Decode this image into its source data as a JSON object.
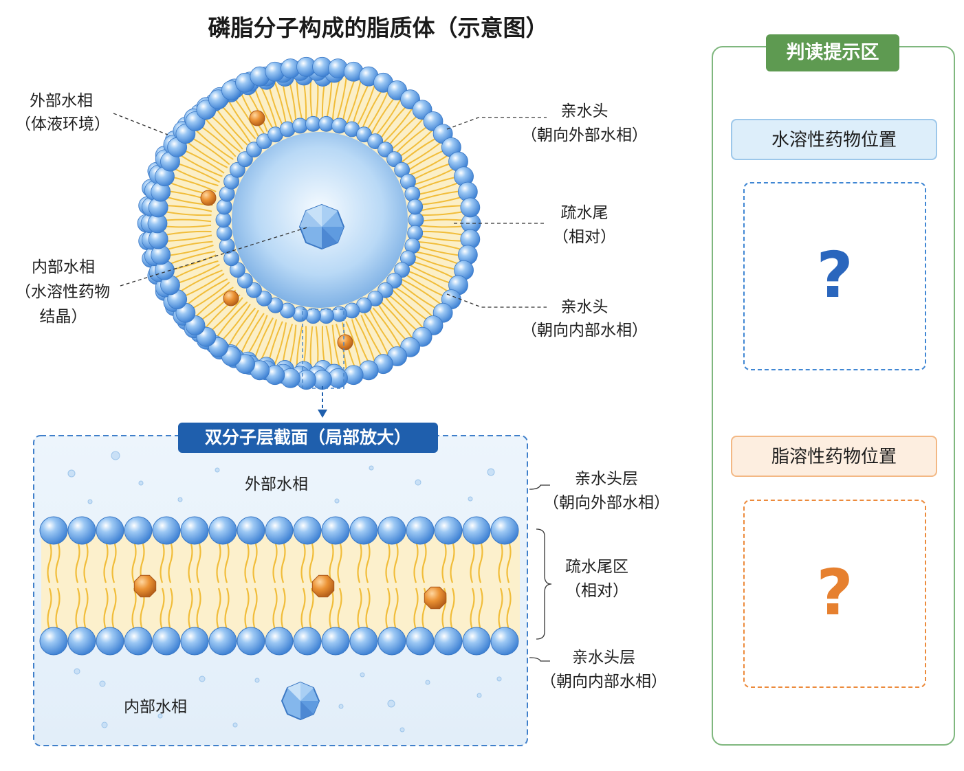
{
  "title": "磷脂分子构成的脂质体（示意图）",
  "vesicle_labels": {
    "outer_phase_l1": "外部水相",
    "outer_phase_l2": "（体液环境）",
    "inner_phase_l1": "内部水相",
    "inner_phase_l2": "（水溶性药物",
    "inner_phase_l3": "结晶）",
    "head_out_l1": "亲水头",
    "head_out_l2": "（朝向外部水相）",
    "tail_l1": "疏水尾",
    "tail_l2": "（相对）",
    "head_in_l1": "亲水头",
    "head_in_l2": "（朝向内部水相）"
  },
  "section": {
    "tag": "双分子层截面（局部放大）",
    "outer_phase": "外部水相",
    "inner_phase": "内部水相",
    "head_top_l1": "亲水头层",
    "head_top_l2": "（朝向外部水相）",
    "tail_l1": "疏水尾区",
    "tail_l2": "（相对）",
    "head_bottom_l1": "亲水头层",
    "head_bottom_l2": "（朝向内部水相）"
  },
  "panel": {
    "tag": "判读提示区",
    "water_header": "水溶性药物位置",
    "water_mark": "?",
    "lipid_header": "脂溶性药物位置",
    "lipid_mark": "?"
  },
  "colors": {
    "head_blue": "#5b9ee6",
    "tail_yellow": "#f1bd3a",
    "lipid_drug_orange": "#e88f2c",
    "water_drug_blue": "#8ec0ef",
    "tag_blue": "#1f5fad",
    "tag_green": "#5e9a51"
  }
}
